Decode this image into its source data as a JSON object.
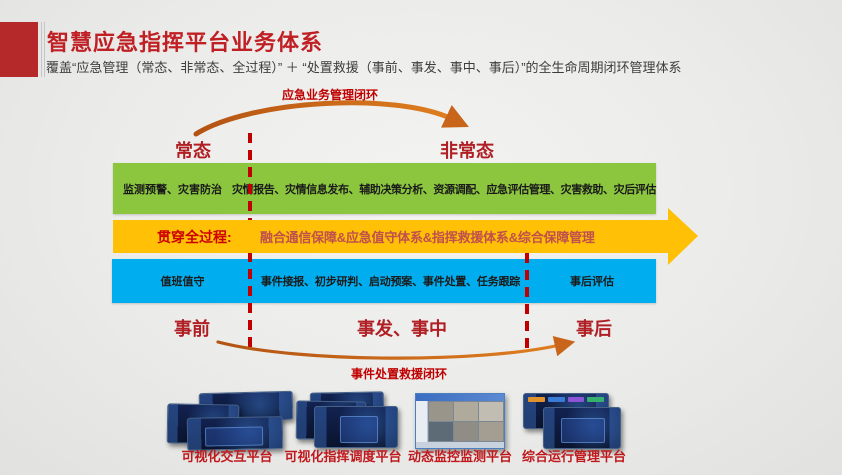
{
  "slide": {
    "title": "智慧应急指挥平台业务体系",
    "subtitle": "覆盖“应急管理（常态、非常态、全过程）” ＋ “处置救援（事前、事发、事中、事后）”的全生命周期闭环管理体系"
  },
  "loops": {
    "top_label": "应急业务管理闭环",
    "bottom_label": "事件处置救援闭环"
  },
  "states": {
    "normal": "常态",
    "abnormal": "非常态"
  },
  "phases": {
    "pre": "事前",
    "mid": "事发、事中",
    "post": "事后"
  },
  "rows": {
    "green": {
      "left": "监测预警、灾害防治",
      "right": "灾情报告、灾情信息发布、辅助决策分析、资源调配、应急评估管理、灾害救助、灾后评估"
    },
    "yellow": {
      "prefix": "贯穿全过程:",
      "content": "融合通信保障&应急值守体系&指挥救援体系&综合保障管理"
    },
    "blue": {
      "left": "值班值守",
      "middle": "事件接报、初步研判、启动预案、事件处置、任务跟踪",
      "right": "事后评估"
    }
  },
  "platforms": [
    {
      "label": "可视化交互平台"
    },
    {
      "label": "可视化指挥调度平台"
    },
    {
      "label": "动态监控监测平台"
    },
    {
      "label": "综合运行管理平台"
    }
  ],
  "colors": {
    "accent_red_block": "#B6292B",
    "title_red": "#C01F24",
    "bright_red": "#C00000",
    "dark_label_red": "#B01F24",
    "green_bar": "#8CC63F",
    "yellow_bar": "#FFC005",
    "yellow_text": "#C0504D",
    "blue_bar": "#00AEEF",
    "arc_orange": "#C9651A"
  }
}
